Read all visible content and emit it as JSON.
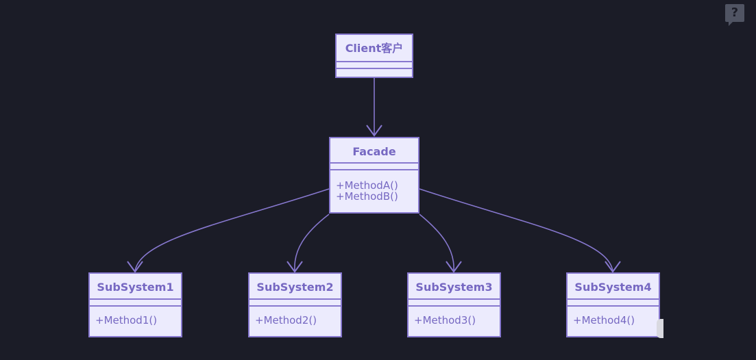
{
  "diagram": {
    "client": {
      "name": "Client客户",
      "methods": []
    },
    "facade": {
      "name": "Facade",
      "methods": [
        "+MethodA()",
        "+MethodB()"
      ]
    },
    "subsystems": [
      {
        "name": "SubSystem1",
        "methods": [
          "+Method1()"
        ]
      },
      {
        "name": "SubSystem2",
        "methods": [
          "+Method2()"
        ]
      },
      {
        "name": "SubSystem3",
        "methods": [
          "+Method3()"
        ]
      },
      {
        "name": "SubSystem4",
        "methods": [
          "+Method4()"
        ]
      }
    ],
    "relations": [
      {
        "from": "Client客户",
        "to": "Facade"
      },
      {
        "from": "Facade",
        "to": "SubSystem1"
      },
      {
        "from": "Facade",
        "to": "SubSystem2"
      },
      {
        "from": "Facade",
        "to": "SubSystem3"
      },
      {
        "from": "Facade",
        "to": "SubSystem4"
      }
    ]
  },
  "help": {
    "icon": "help-icon",
    "label": "?"
  },
  "colors": {
    "background": "#1b1c27",
    "box_fill": "#ecebfd",
    "box_border": "#8778cf",
    "text": "#7668c2",
    "edge": "#8778cf"
  }
}
